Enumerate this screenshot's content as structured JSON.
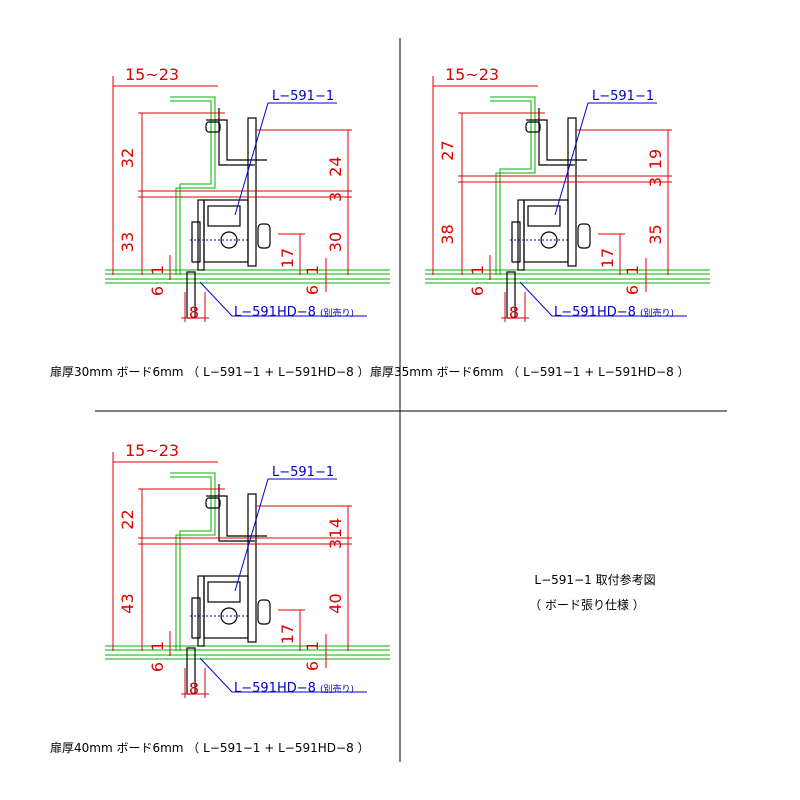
{
  "title": {
    "line1": "L−591−1 取付参考図",
    "line2": "（ ボード張り仕様 ）"
  },
  "panels": [
    {
      "id": "door30",
      "caption": "扉厚30mm ボード6mm （ L−591−1 + L−591HD−8 ）",
      "label_hinge": "L−591−1",
      "label_plate": "L−591HD−8",
      "label_plate_note": "(別売り)",
      "dims": {
        "top": "15~23",
        "left_upper": "32",
        "left_lower": "33",
        "left_small_a": "1",
        "left_small_b": "6",
        "bottom_width": "8",
        "right_upper": "24",
        "right_mid": "3",
        "right_lower": "30",
        "inner_17": "17",
        "inner_1": "1",
        "inner_6": "6"
      }
    },
    {
      "id": "door35",
      "caption": "扉厚35mm ボード6mm （ L−591−1 + L−591HD−8 ）",
      "label_hinge": "L−591−1",
      "label_plate": "L−591HD−8",
      "label_plate_note": "(別売り)",
      "dims": {
        "top": "15~23",
        "left_upper": "27",
        "left_lower": "38",
        "left_small_a": "1",
        "left_small_b": "6",
        "bottom_width": "8",
        "right_upper": "19",
        "right_mid": "3",
        "right_lower": "35",
        "inner_17": "17",
        "inner_1": "1",
        "inner_6": "6"
      }
    },
    {
      "id": "door40",
      "caption": "扉厚40mm ボード6mm （ L−591−1 + L−591HD−8 ）",
      "label_hinge": "L−591−1",
      "label_plate": "L−591HD−8",
      "label_plate_note": "(別売り)",
      "dims": {
        "top": "15~23",
        "left_upper": "22",
        "left_lower": "43",
        "left_small_a": "1",
        "left_small_b": "6",
        "bottom_width": "8",
        "right_upper": "14",
        "right_mid": "3",
        "right_lower": "40",
        "inner_17": "17",
        "inner_1": "1",
        "inner_6": "6"
      }
    }
  ],
  "colors": {
    "dimension": "#e00000",
    "label": "#0000d0",
    "board": "#00b000",
    "outline": "#000000"
  }
}
